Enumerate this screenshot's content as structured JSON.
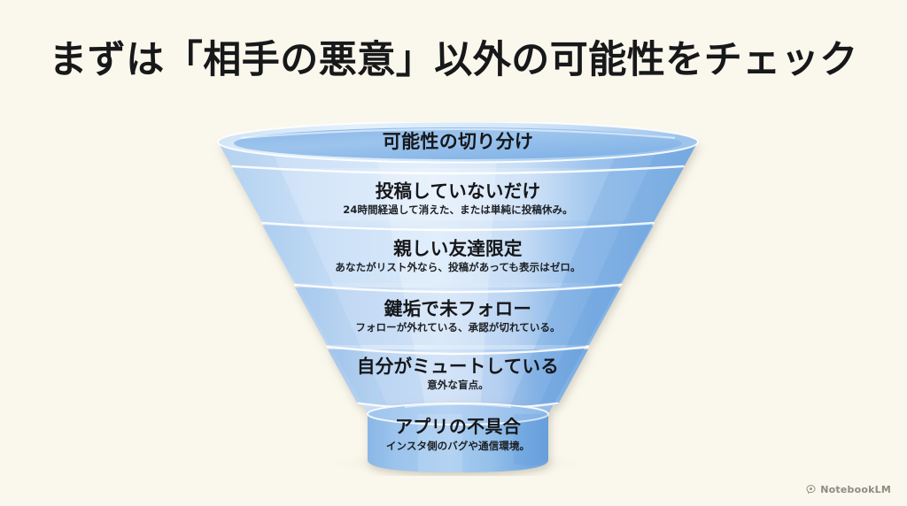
{
  "slide": {
    "title": "まずは「相手の悪意」以外の可能性をチェック",
    "background_color": "#faf7ec",
    "accent_color": "#8fb9e8"
  },
  "funnel": {
    "name": "possibility-triage-funnel",
    "stages": [
      {
        "title": "可能性の切り分け",
        "subtitle": "",
        "fill_color": "#c3dbf5"
      },
      {
        "title": "投稿していないだけ",
        "subtitle": "24時間経過して消えた、または単純に投稿休み。",
        "fill_color": "#cfe2f7"
      },
      {
        "title": "親しい友達限定",
        "subtitle": "あなたがリスト外なら、投稿があっても表示はゼロ。",
        "fill_color": "#c4dbf4"
      },
      {
        "title": "鍵垢で未フォロー",
        "subtitle": "フォローが外れている、承認が切れている。",
        "fill_color": "#bbd5f2"
      },
      {
        "title": "自分がミュートしている",
        "subtitle": "意外な盲点。",
        "fill_color": "#b2cff0"
      },
      {
        "title": "アプリの不具合",
        "subtitle": "インスタ側のバグや通信環境。",
        "fill_color": "#95c0ea"
      }
    ]
  },
  "watermark": {
    "label": "NotebookLM",
    "icon": "notebooklm-icon"
  }
}
